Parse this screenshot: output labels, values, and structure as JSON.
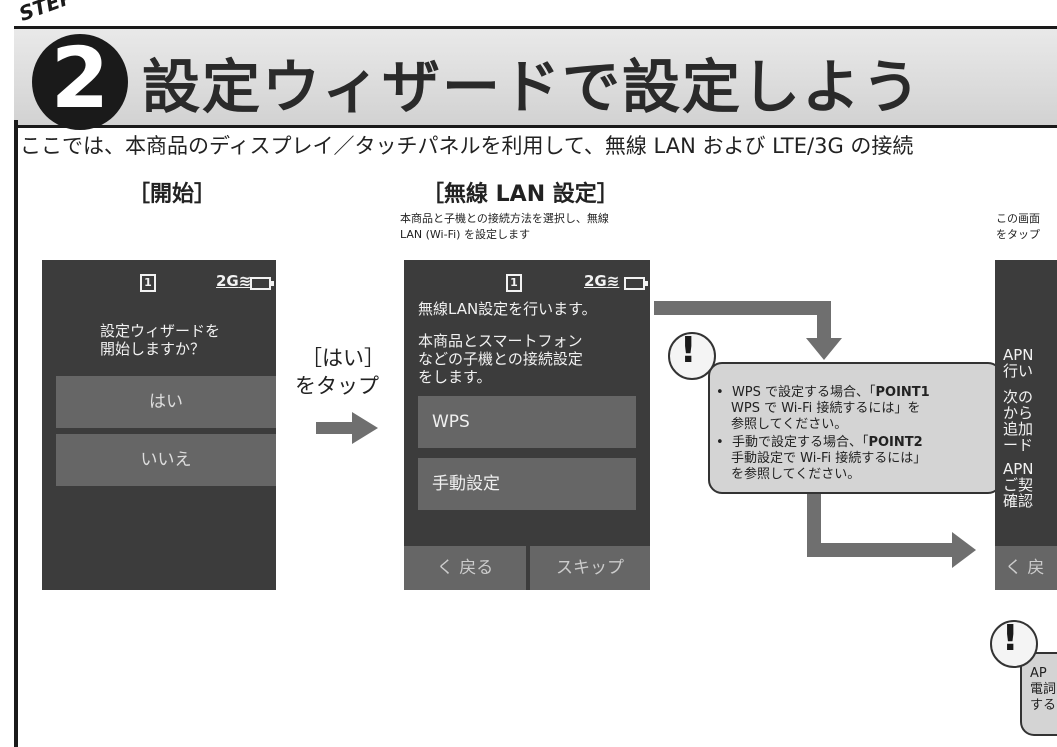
{
  "header": {
    "step_label": "STEP",
    "step_number": "2",
    "title": "設定ウィザードで設定しよう"
  },
  "intro": "ここでは、本商品のディスプレイ／タッチパネルを利用して、無線 LAN および LTE/3G の接続",
  "start": {
    "heading": "［開始］",
    "screen": {
      "sim": "1",
      "signal": "2G",
      "question_line1": "設定ウィザードを",
      "question_line2": "開始しますか？",
      "yes": "はい",
      "no": "いいえ"
    },
    "tap_line1": "［はい］",
    "tap_line2": "をタップ"
  },
  "wlan": {
    "heading": "［無線 LAN 設定］",
    "desc_line1": "本商品と子機との接続方法を選択し、無線",
    "desc_line2": "LAN (Wi-Fi) を設定します",
    "screen": {
      "sim": "1",
      "signal": "2G",
      "line1": "無線LAN設定を行います。",
      "line2": "本商品とスマートフォン",
      "line3": "などの子機との接続設定",
      "line4": "をします。",
      "wps": "WPS",
      "manual": "手動設定",
      "back": "く 戻る",
      "skip": "スキップ"
    }
  },
  "callout": {
    "b1_line1_pre": "WPS で設定する場合、「",
    "b1_line1_bold": "POINT1",
    "b1_line2": "WPS で Wi-Fi 接続するには」を",
    "b1_line3": "参照してください。",
    "b2_line1_pre": "手動で設定する場合、「",
    "b2_line1_bold": "POINT2",
    "b2_line2": "手動設定で Wi-Fi 接続するには」",
    "b2_line3": "を参照してください。"
  },
  "apn": {
    "desc_line1": "この画面",
    "desc_line2": "をタップ",
    "screen": {
      "l1": "APN",
      "l2": "行い",
      "l3": "次の",
      "l4": "から",
      "l5": "追加",
      "l6": "ード",
      "l7": "APN",
      "l8": "ご契",
      "l9": "確認",
      "back": "く 戻"
    },
    "note_l1": "AP",
    "note_l2": "電詞",
    "note_l3": "する"
  },
  "colors": {
    "screen_bg": "#3c3c3c",
    "button_bg": "#666666",
    "arrow": "#6f6f6f",
    "callout_bg": "#d4d4d4"
  }
}
